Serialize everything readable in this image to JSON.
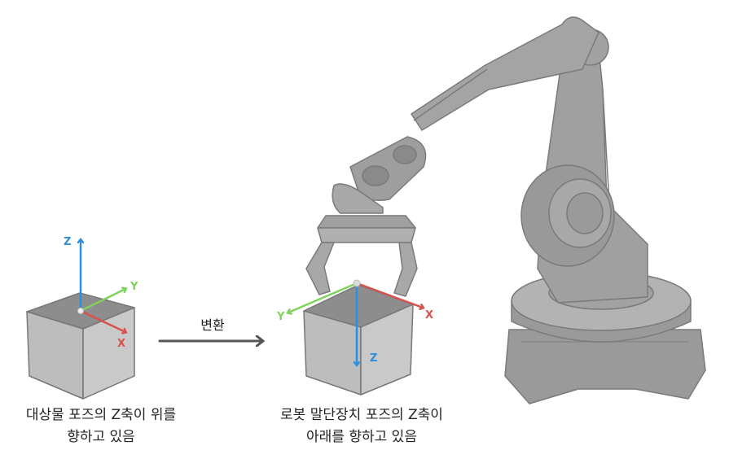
{
  "object_pose": {
    "caption_line1": "대상물 포즈의 Z축이 위를",
    "caption_line2": "향하고 있음",
    "axes": {
      "z": "Z",
      "y": "Y",
      "x": "X"
    }
  },
  "transform": {
    "label": "변환"
  },
  "robot_pose": {
    "caption_line1": "로봇 말단장치 포즈의 Z축이",
    "caption_line2": "아래를 향하고 있음",
    "axes": {
      "z": "Z",
      "y": "Y",
      "x": "X"
    }
  },
  "colors": {
    "z_axis": "#2b8fe0",
    "y_axis": "#7fd35c",
    "x_axis": "#d9514f",
    "arrow": "#555555",
    "robot": "#9a9a9a"
  }
}
